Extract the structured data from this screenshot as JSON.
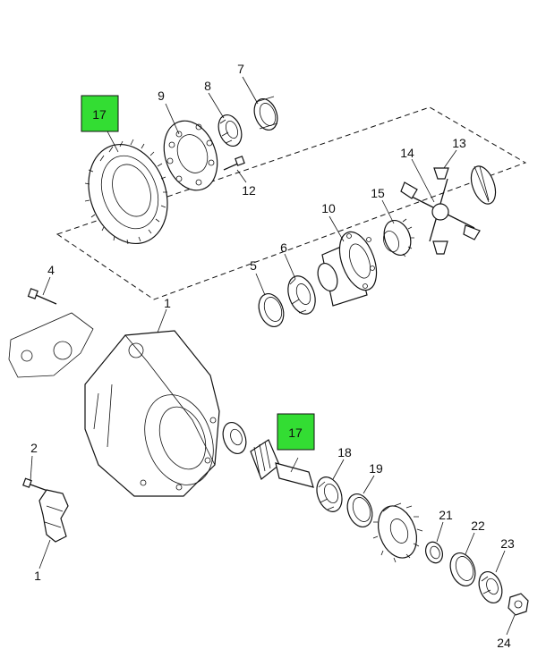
{
  "callouts": {
    "c1_top": "1",
    "c1_bottom": "1",
    "c2": "2",
    "c4": "4",
    "c5": "5",
    "c6": "6",
    "c7": "7",
    "c8": "8",
    "c9": "9",
    "c10": "10",
    "c12": "12",
    "c13": "13",
    "c14": "14",
    "c15": "15",
    "c17_ring": "17",
    "c17_pinion": "17",
    "c18": "18",
    "c19": "19",
    "c21": "21",
    "c22": "22",
    "c23": "23",
    "c24": "24"
  },
  "colors": {
    "highlight": "#33dd33",
    "line": "#111111"
  }
}
